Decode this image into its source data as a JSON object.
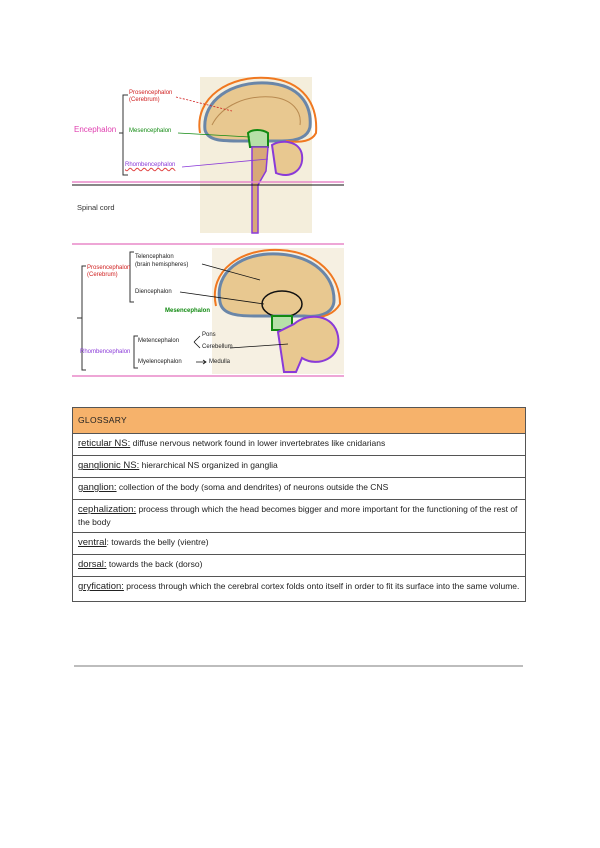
{
  "figure1": {
    "labels": {
      "encephalon": "Encephalon",
      "prosencephalon": "Prosencephalon",
      "cerebrum": "(Cerebrum)",
      "mesencephalon": "Mesencephalon",
      "rhombencephalon": "Rhombencephalon",
      "spinal_cord": "Spinal cord"
    },
    "colors": {
      "pink": "#e040b0",
      "orange": "#f07820",
      "green": "#128a12",
      "purple": "#8a3ad8",
      "red": "#d02020"
    }
  },
  "figure2": {
    "labels": {
      "prosencephalon": "Prosencephalon",
      "cerebrum": "(Cerebrum)",
      "telencephalon": "Telencephalon",
      "brain_hemispheres": "(brain hemispheres)",
      "diencephalon": "Diencephalon",
      "mesencephalon": "Mesencephalon",
      "rhombencephalon": "Rhombencephalon",
      "metencephalon": "Metencephalon",
      "pons": "Pons",
      "cerebellum": "Cerebellum",
      "myelencephalon": "Myelencephalon",
      "medulla": "Medulla"
    }
  },
  "glossary": {
    "header": "GLOSSARY",
    "entries": [
      {
        "term": "reticular NS:",
        "definition": " diffuse nervous network found in lower invertebrates like cnidarians"
      },
      {
        "term": "ganglionic NS:",
        "definition": " hierarchical NS organized in ganglia"
      },
      {
        "term": "ganglion:",
        "definition": " collection of the body (soma and dendrites) of neurons outside the CNS"
      },
      {
        "term": "cephalization:",
        "definition": " process through which the head becomes bigger and more important for the functioning of the rest of the body"
      },
      {
        "term": "ventral",
        "definition": ": towards the belly (vientre)"
      },
      {
        "term": "dorsal:",
        "definition": " towards the back (dorso)"
      },
      {
        "term": "gryfication:",
        "definition": " process through which the cerebral cortex folds onto itself in order to fit its surface into the same volume."
      }
    ]
  }
}
